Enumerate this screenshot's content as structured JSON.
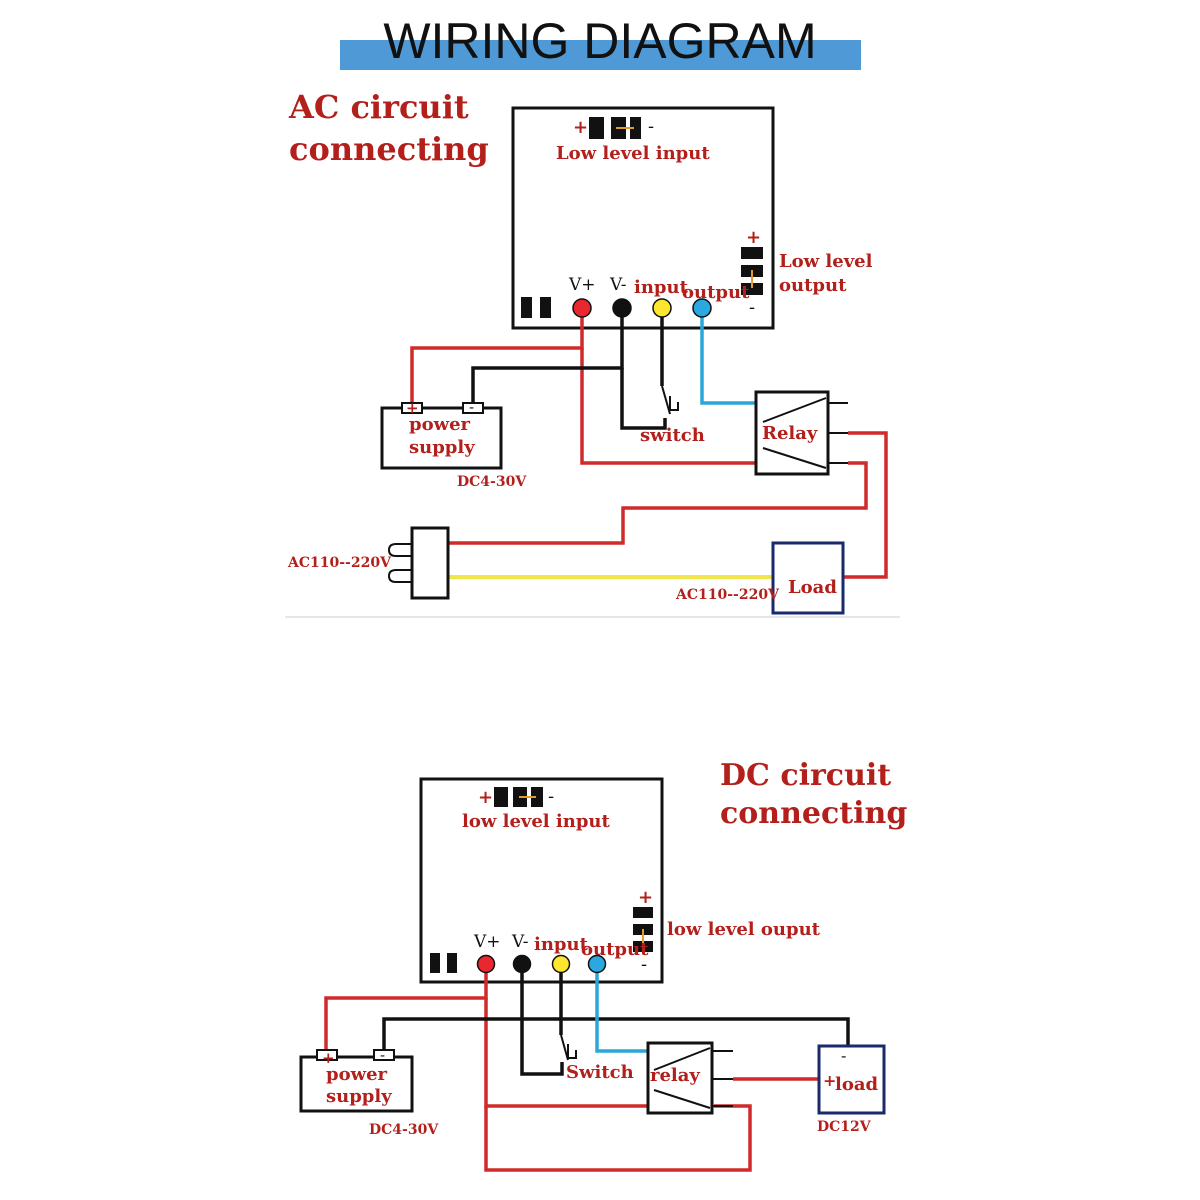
{
  "title": "WIRING DIAGRAM",
  "colors": {
    "title_bar": "#4f9ad6",
    "label_red": "#b3201c",
    "wire_red": "#d12a2a",
    "wire_black": "#111111",
    "wire_cyan": "#2aa7d8",
    "wire_yellow": "#f0e54a",
    "terminal_red": "#e8282e",
    "terminal_black": "#111111",
    "terminal_yellow": "#ffe62e",
    "terminal_blue": "#29a9e0",
    "load_border": "#1a2a6b"
  },
  "ac": {
    "heading_line1": "AC circuit",
    "heading_line2": "connecting",
    "low_level_input": "Low level input",
    "low_level_output_line1": "Low level",
    "low_level_output_line2": "output",
    "plus": "+",
    "minus": "-",
    "terminals": {
      "vplus": "V+",
      "vminus": "V-",
      "input": "input",
      "output": "output"
    },
    "power_supply_line1": "power",
    "power_supply_line2": "supply",
    "power_voltage": "DC4-30V",
    "switch": "switch",
    "relay": "Relay",
    "mains_left": "AC110--220V",
    "mains_right": "AC110--220V",
    "load": "Load"
  },
  "dc": {
    "heading_line1": "DC circuit",
    "heading_line2": "connecting",
    "low_level_input": "low level input",
    "low_level_output": "low level ouput",
    "plus": "+",
    "minus": "-",
    "terminals": {
      "vplus": "V+",
      "vminus": "V-",
      "input": "input",
      "output": "output"
    },
    "power_supply_line1": "power",
    "power_supply_line2": "supply",
    "power_voltage": "DC4-30V",
    "switch": "Switch",
    "relay": "relay",
    "load": "load",
    "load_voltage": "DC12V"
  }
}
